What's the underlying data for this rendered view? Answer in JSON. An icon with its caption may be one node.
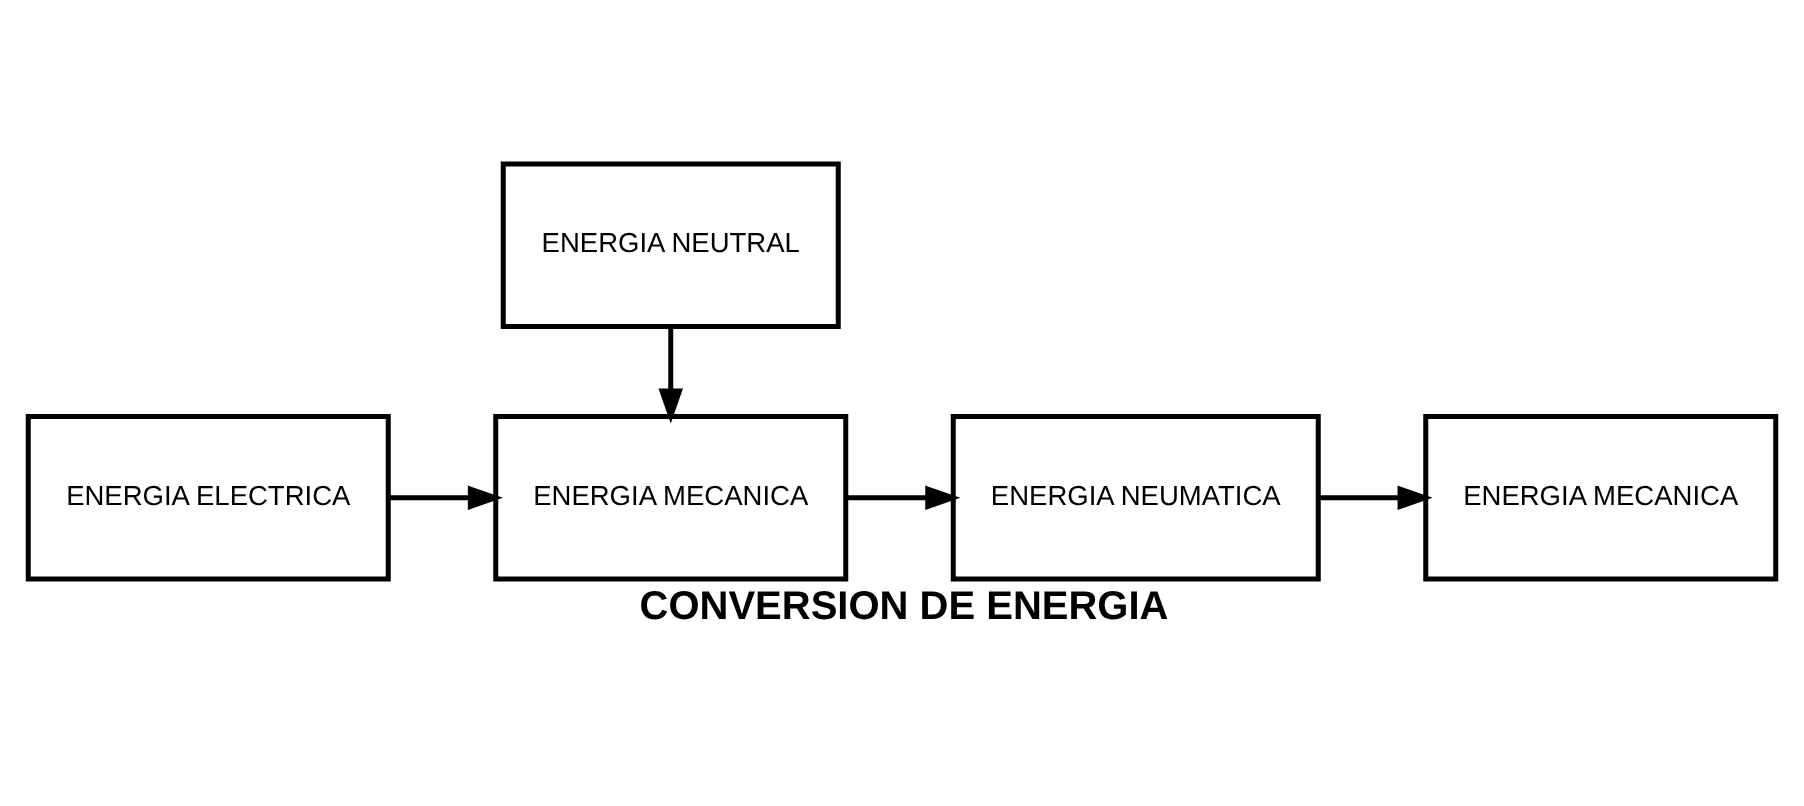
{
  "diagram": {
    "caption": "CONVERSION DE ENERGIA",
    "nodes": [
      {
        "text": [
          "ENERGIA NEUTRAL"
        ]
      },
      {
        "text": [
          "ENERGIA ELECTRICA"
        ]
      },
      {
        "text": [
          "ENERGIA MECANICA"
        ]
      },
      {
        "text": [
          "ENERGIA NEUMATICA"
        ]
      },
      {
        "text": [
          "ENERGIA MECANICA"
        ]
      }
    ],
    "edges": [
      {
        "from": 0,
        "to": 2,
        "arrow": "to"
      },
      {
        "from": 1,
        "to": 2,
        "arrow": "to"
      },
      {
        "from": 2,
        "to": 3,
        "arrow": "to"
      },
      {
        "from": 3,
        "to": 4,
        "arrow": "to"
      }
    ]
  }
}
